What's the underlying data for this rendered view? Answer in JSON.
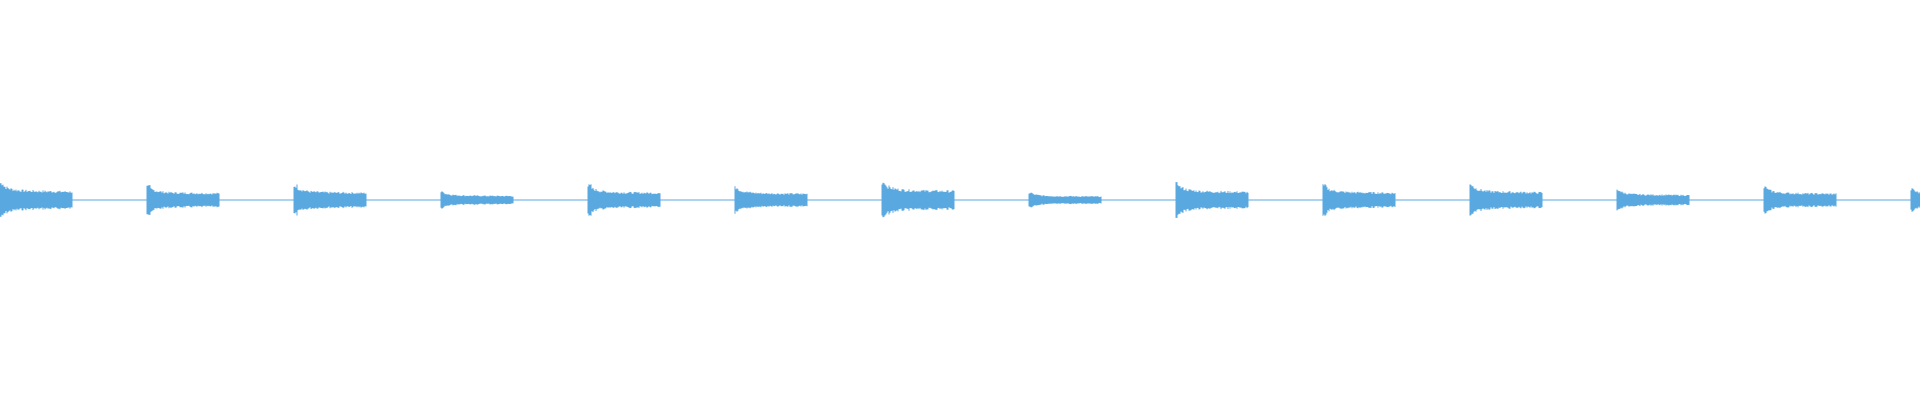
{
  "waveform": {
    "color": "#5aa8e0",
    "background": "#ffffff",
    "baseline_amplitude": 0.005,
    "bursts": [
      {
        "index": 0,
        "level": 0.95
      },
      {
        "index": 1,
        "level": 0.75
      },
      {
        "index": 2,
        "level": 0.8
      },
      {
        "index": 3,
        "level": 0.45
      },
      {
        "index": 4,
        "level": 0.8
      },
      {
        "index": 5,
        "level": 0.7
      },
      {
        "index": 6,
        "level": 1.0
      },
      {
        "index": 7,
        "level": 0.4
      },
      {
        "index": 8,
        "level": 0.9
      },
      {
        "index": 9,
        "level": 0.8
      },
      {
        "index": 10,
        "level": 0.85
      },
      {
        "index": 11,
        "level": 0.55
      },
      {
        "index": 12,
        "level": 0.7
      },
      {
        "index": 13,
        "level": 0.6
      }
    ]
  }
}
